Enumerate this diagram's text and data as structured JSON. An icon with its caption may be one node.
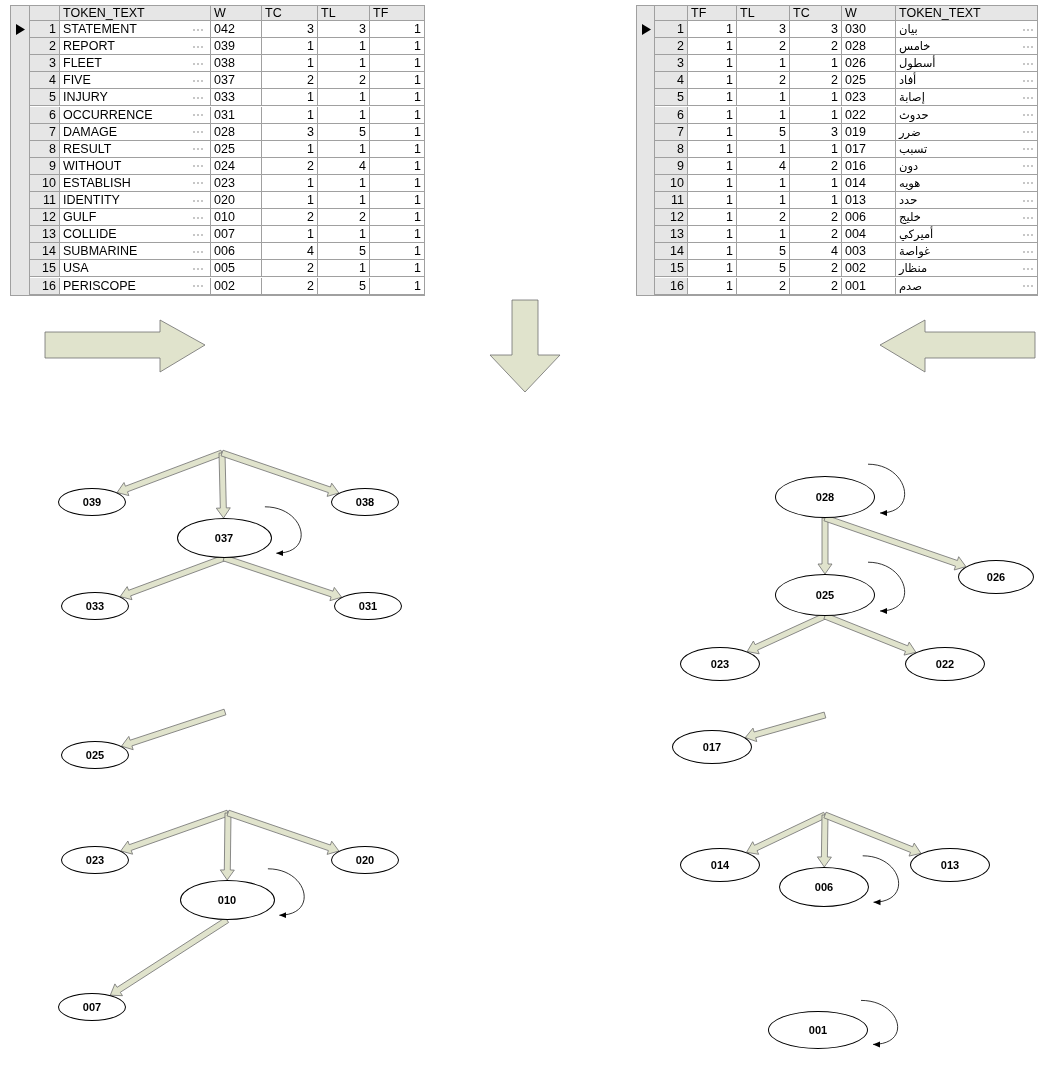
{
  "diagram": {
    "nodes": [
      {
        "text": [
          "039"
        ]
      },
      {
        "text": [
          "038"
        ]
      },
      {
        "text": [
          "037"
        ]
      },
      {
        "text": [
          "033"
        ]
      },
      {
        "text": [
          "031"
        ]
      },
      {
        "text": [
          "025"
        ]
      },
      {
        "text": [
          "023"
        ]
      },
      {
        "text": [
          "020"
        ]
      },
      {
        "text": [
          "010"
        ]
      },
      {
        "text": [
          "007"
        ]
      },
      {
        "text": [
          "028"
        ]
      },
      {
        "text": [
          "026"
        ]
      },
      {
        "text": [
          "025"
        ]
      },
      {
        "text": [
          "023"
        ]
      },
      {
        "text": [
          "022"
        ]
      },
      {
        "text": [
          "017"
        ]
      },
      {
        "text": [
          "014"
        ]
      },
      {
        "text": [
          "013"
        ]
      },
      {
        "text": [
          "006"
        ]
      },
      {
        "text": [
          "001"
        ]
      }
    ],
    "edges": [
      {
        "from": null,
        "to": 0,
        "arrow": "to"
      },
      {
        "from": null,
        "to": 2,
        "arrow": "to"
      },
      {
        "from": null,
        "to": 1,
        "arrow": "to"
      },
      {
        "from": 2,
        "to": 2,
        "arrow": "to",
        "color": "#000000"
      },
      {
        "from": 2,
        "to": 3,
        "arrow": "to"
      },
      {
        "from": 2,
        "to": 4,
        "arrow": "to"
      },
      {
        "from": null,
        "to": 5,
        "arrow": "to"
      },
      {
        "from": null,
        "to": 6,
        "arrow": "to"
      },
      {
        "from": null,
        "to": 8,
        "arrow": "to"
      },
      {
        "from": null,
        "to": 7,
        "arrow": "to"
      },
      {
        "from": 8,
        "to": 8,
        "arrow": "to",
        "color": "#000000"
      },
      {
        "from": 8,
        "to": 9,
        "arrow": "to"
      },
      {
        "from": 10,
        "to": 10,
        "arrow": "to",
        "color": "#000000"
      },
      {
        "from": 10,
        "to": 12,
        "arrow": "to"
      },
      {
        "from": 10,
        "to": 11,
        "arrow": "to"
      },
      {
        "from": 12,
        "to": 12,
        "arrow": "to",
        "color": "#000000"
      },
      {
        "from": 12,
        "to": 13,
        "arrow": "to"
      },
      {
        "from": 12,
        "to": 14,
        "arrow": "to"
      },
      {
        "from": null,
        "to": 15,
        "arrow": "to"
      },
      {
        "from": null,
        "to": 16,
        "arrow": "to"
      },
      {
        "from": null,
        "to": 18,
        "arrow": "to"
      },
      {
        "from": null,
        "to": 17,
        "arrow": "to"
      },
      {
        "from": 18,
        "to": 18,
        "arrow": "to",
        "color": "#000000"
      },
      {
        "from": 19,
        "to": 19,
        "arrow": "to",
        "color": "#000000"
      }
    ],
    "labels": [
      "TOKEN_TEXT",
      "W",
      "TC",
      "TL",
      "TF",
      "1",
      "STATEMENT",
      "042",
      "3",
      "3",
      "1",
      "2",
      "REPORT",
      "039",
      "1",
      "1",
      "1",
      "3",
      "FLEET",
      "038",
      "1",
      "1",
      "1",
      "4",
      "FIVE",
      "037",
      "2",
      "2",
      "1",
      "5",
      "INJURY",
      "033",
      "1",
      "1",
      "1",
      "6",
      "OCCURRENCE",
      "031",
      "1",
      "1",
      "1",
      "7",
      "DAMAGE",
      "028",
      "3",
      "5",
      "1",
      "8",
      "RESULT",
      "025",
      "1",
      "1",
      "1",
      "9",
      "WITHOUT",
      "024",
      "2",
      "4",
      "1",
      "10",
      "ESTABLISH",
      "023",
      "1",
      "1",
      "1",
      "11",
      "IDENTITY",
      "020",
      "1",
      "1",
      "1",
      "12",
      "GULF",
      "010",
      "2",
      "2",
      "1",
      "13",
      "COLLIDE",
      "007",
      "1",
      "1",
      "1",
      "14",
      "SUBMARINE",
      "006",
      "4",
      "5",
      "1",
      "15",
      "USA",
      "005",
      "2",
      "1",
      "1",
      "16",
      "PERISCOPE",
      "002",
      "2",
      "5",
      "1",
      "TF",
      "TL",
      "TC",
      "W",
      "TOKEN_TEXT",
      "1",
      "1",
      "3",
      "3",
      "030",
      "بيان",
      "2",
      "1",
      "2",
      "2",
      "028",
      "خامس",
      "3",
      "1",
      "1",
      "1",
      "026",
      "أسطول",
      "4",
      "1",
      "2",
      "2",
      "025",
      "أفاد",
      "5",
      "1",
      "1",
      "1",
      "023",
      "إصابة",
      "6",
      "1",
      "1",
      "1",
      "022",
      "حدوث",
      "7",
      "1",
      "5",
      "3",
      "019",
      "ضرر",
      "8",
      "1",
      "1",
      "1",
      "017",
      "تسبب",
      "9",
      "1",
      "4",
      "2",
      "016",
      "دون",
      "10",
      "1",
      "1",
      "1",
      "014",
      "هويه",
      "11",
      "1",
      "1",
      "1",
      "013",
      "حدد",
      "12",
      "1",
      "2",
      "2",
      "006",
      "خليج",
      "13",
      "1",
      "1",
      "2",
      "004",
      "أميركي",
      "14",
      "1",
      "5",
      "4",
      "003",
      "غواصة",
      "15",
      "1",
      "5",
      "2",
      "002",
      "منظار",
      "16",
      "1",
      "2",
      "2",
      "001",
      "صدم"
    ]
  }
}
